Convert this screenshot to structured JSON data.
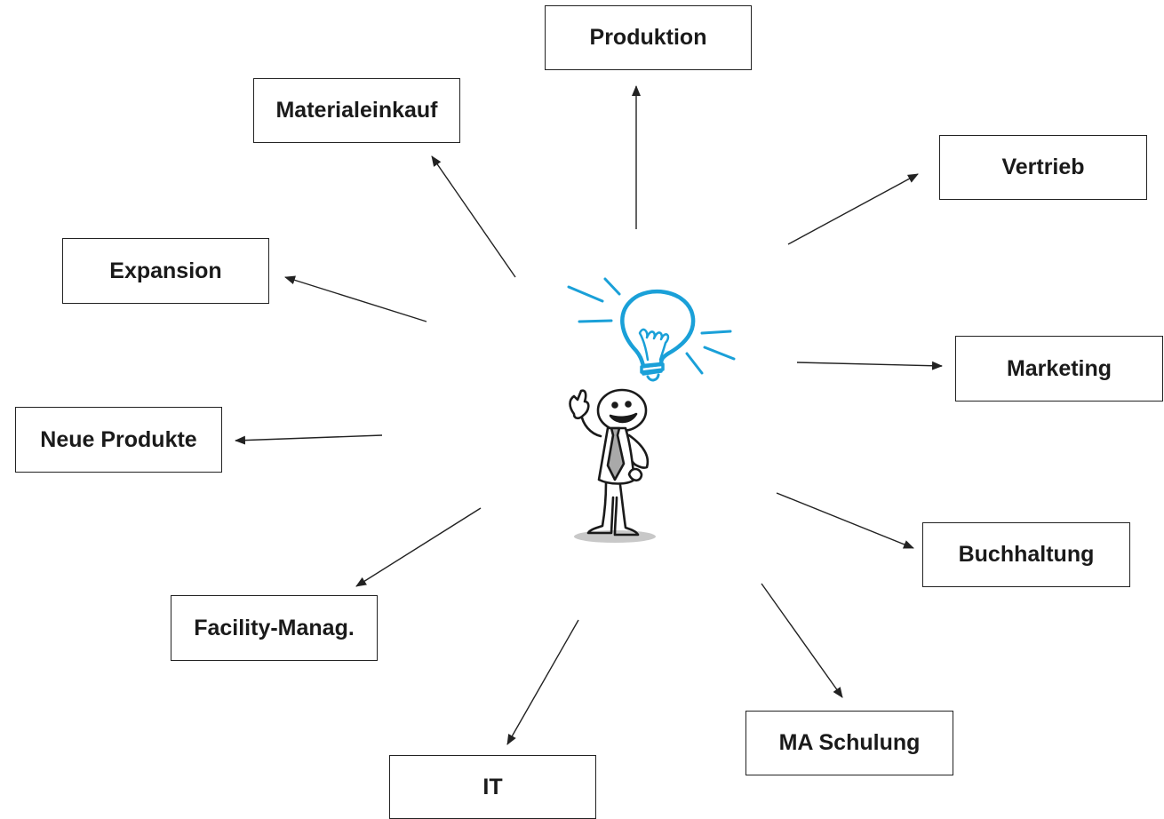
{
  "diagram": {
    "center": "idea-person",
    "nodes": [
      {
        "id": "n-produktion",
        "label": "Produktion"
      },
      {
        "id": "n-materialeinkauf",
        "label": "Materialeinkauf"
      },
      {
        "id": "n-vertrieb",
        "label": "Vertrieb"
      },
      {
        "id": "n-expansion",
        "label": "Expansion"
      },
      {
        "id": "n-marketing",
        "label": "Marketing"
      },
      {
        "id": "n-neue-produkte",
        "label": "Neue Produkte"
      },
      {
        "id": "n-buchhaltung",
        "label": "Buchhaltung"
      },
      {
        "id": "n-facility",
        "label": "Facility-Manag."
      },
      {
        "id": "n-ma-schulung",
        "label": "MA Schulung"
      },
      {
        "id": "n-it",
        "label": "IT"
      }
    ],
    "edges": [
      {
        "from": "center",
        "to": "n-produktion"
      },
      {
        "from": "center",
        "to": "n-materialeinkauf"
      },
      {
        "from": "center",
        "to": "n-vertrieb"
      },
      {
        "from": "center",
        "to": "n-expansion"
      },
      {
        "from": "center",
        "to": "n-marketing"
      },
      {
        "from": "center",
        "to": "n-neue-produkte"
      },
      {
        "from": "center",
        "to": "n-buchhaltung"
      },
      {
        "from": "center",
        "to": "n-facility"
      },
      {
        "from": "center",
        "to": "n-ma-schulung"
      },
      {
        "from": "center",
        "to": "n-it"
      }
    ],
    "colors": {
      "bulb": "#1aa0d8",
      "line": "#222222",
      "tie": "#a9a9a9",
      "shadow": "#c8c8c8"
    }
  }
}
